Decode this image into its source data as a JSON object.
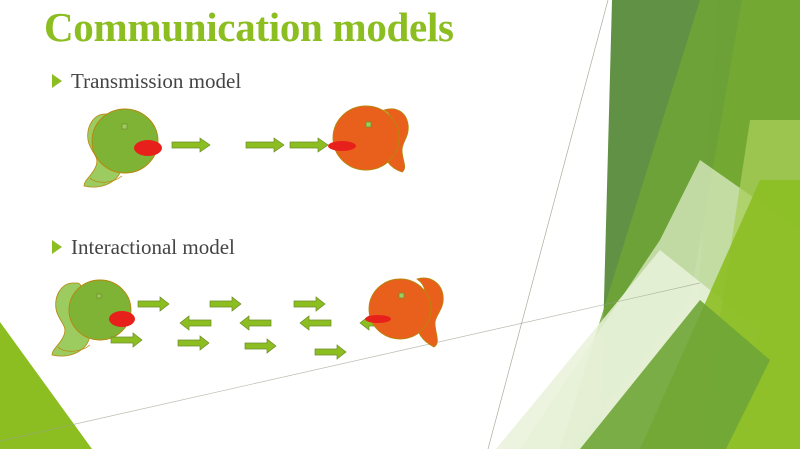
{
  "slide": {
    "title": "Communication models",
    "background_color": "#FFFFFF",
    "title_color": "#8CBE22",
    "theme_name": "facet-green"
  },
  "bullets": [
    {
      "label": "Transmission model",
      "marker": "triangle-right-bullet",
      "marker_color": "#8CBE22",
      "text_color": "#444444"
    },
    {
      "label": "Interactional model",
      "marker": "triangle-right-bullet",
      "marker_color": "#8CBE22",
      "text_color": "#444444"
    }
  ],
  "diagrams": [
    {
      "name": "transmission-model-diagram",
      "sender": {
        "label": "green-fish-sender",
        "body_color": "#7FB335",
        "tail_color": "#9CCB5F",
        "mouth_color": "#E8201C",
        "outline_color": "#B8860B"
      },
      "receiver": {
        "label": "orange-fish-receiver",
        "body_color": "#E8601C",
        "tail_color": "#E8601C",
        "mouth_color": "#E8201C",
        "outline_color": "#B8860B"
      },
      "arrow_rows": [
        {
          "direction": "right",
          "count": 3,
          "color": "#8CBE22"
        }
      ]
    },
    {
      "name": "interactional-model-diagram",
      "sender": {
        "label": "green-fish-sender",
        "body_color": "#7FB335",
        "tail_color": "#9CCB5F",
        "mouth_color": "#E8201C",
        "outline_color": "#B8860B"
      },
      "receiver": {
        "label": "orange-fish-receiver",
        "body_color": "#E8601C",
        "tail_color": "#E8601C",
        "mouth_color": "#E8201C",
        "outline_color": "#B8860B"
      },
      "arrow_rows": [
        {
          "direction": "right",
          "count": 3,
          "color": "#8CBE22"
        },
        {
          "direction": "left",
          "count": 4,
          "color": "#8CBE22"
        },
        {
          "direction": "right",
          "count": 4,
          "color": "#8CBE22"
        }
      ]
    }
  ],
  "decoration": {
    "name": "facet-green-polygons",
    "colors": {
      "dark_green": "#598B3A",
      "mid_green": "#6FA536",
      "bright_green": "#8CBE22",
      "light_green": "#A8CF5A",
      "pale_green": "#D7E8BE",
      "very_pale_green": "#E9F2DA",
      "hairline": "#9AA08C"
    }
  }
}
